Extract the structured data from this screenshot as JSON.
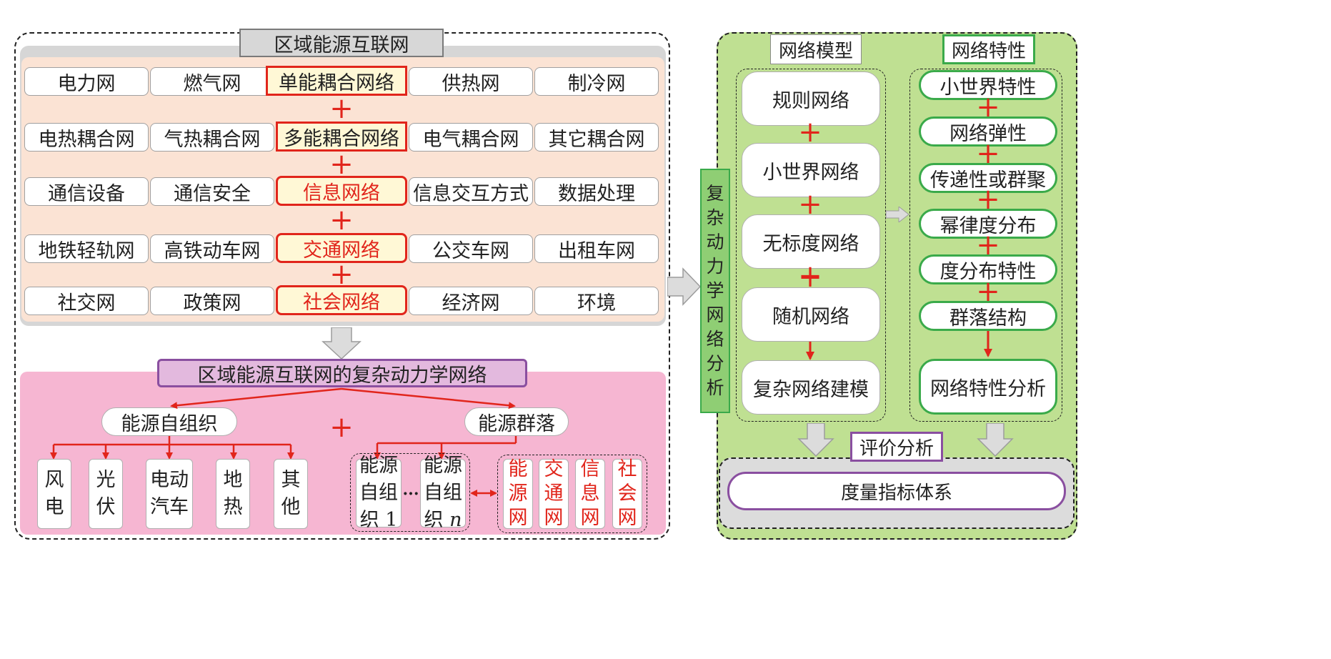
{
  "left_title": "区域能源互联网",
  "grid_rows": [
    [
      "电力网",
      "燃气网",
      "单能耦合网络",
      "供热网",
      "制冷网"
    ],
    [
      "电热耦合网",
      "气热耦合网",
      "多能耦合网络",
      "电气耦合网",
      "其它耦合网"
    ],
    [
      "通信设备",
      "通信安全",
      "信息网络",
      "信息交互方式",
      "数据处理"
    ],
    [
      "地铁轻轨网",
      "高铁动车网",
      "交通网络",
      "公交车网",
      "出租车网"
    ],
    [
      "社交网",
      "政策网",
      "社会网络",
      "经济网",
      "环境"
    ]
  ],
  "plus": "+",
  "complex_title": "区域能源互联网的复杂动力学网络",
  "self_org": "能源自组织",
  "community": "能源群落",
  "sources": [
    [
      "风",
      "电"
    ],
    [
      "光",
      "伏"
    ],
    [
      "电动",
      "汽车"
    ],
    [
      "地",
      "热"
    ],
    [
      "其",
      "他"
    ]
  ],
  "self_org_units": {
    "u1": [
      "能源",
      "自组",
      "织 1"
    ],
    "un_lines": [
      "能源",
      "自组"
    ],
    "un_last": "织",
    "un_var": "n",
    "ellipsis": "···"
  },
  "nets": [
    [
      "能",
      "源",
      "网"
    ],
    [
      "交",
      "通",
      "网"
    ],
    [
      "信",
      "息",
      "网"
    ],
    [
      "社",
      "会",
      "网"
    ]
  ],
  "vertical_label": [
    "复",
    "杂",
    "动",
    "力",
    "学",
    "网",
    "络",
    "分",
    "析"
  ],
  "model_header": "网络模型",
  "models": [
    "规则网络",
    "小世界网络",
    "无标度网络",
    "随机网络",
    "复杂网络建模"
  ],
  "feature_header": "网络特性",
  "features": [
    "小世界特性",
    "网络弹性",
    "传递性或群聚",
    "幂律度分布",
    "度分布特性",
    "群落结构"
  ],
  "feature_analysis": "网络特性分析",
  "eval_title": "评价分析",
  "metric": "度量指标体系",
  "colors": {
    "red": "#e1251b",
    "green_panel": "#bfe092",
    "green_border": "#3aaa4a",
    "peach": "#fbe3d4",
    "pink": "#f6b6d2",
    "purple_title": "#e3b9de",
    "purple_border": "#8a4fa0"
  }
}
